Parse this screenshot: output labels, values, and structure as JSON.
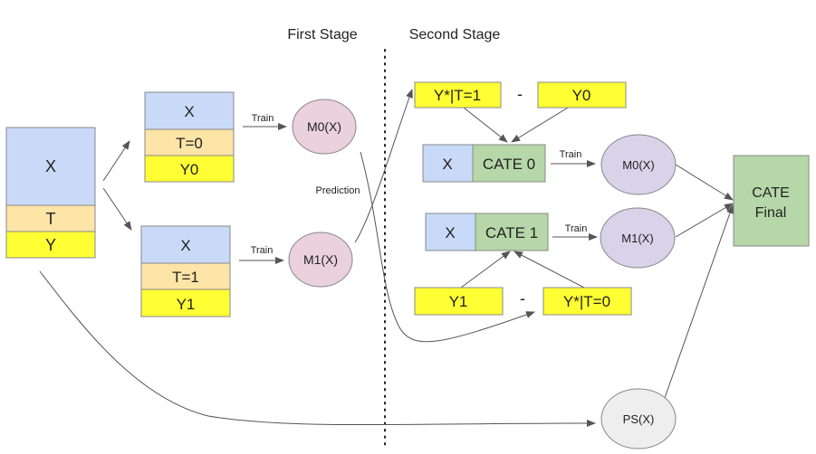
{
  "stages": {
    "first": "First Stage",
    "second": "Second Stage"
  },
  "colors": {
    "x_blue": "#c9daf8",
    "t_orange": "#fde4a7",
    "y_yellow": "#ffff33",
    "cate_green": "#b6d7a8",
    "model_pink": "#ead1dc",
    "model_purple": "#d9d2e9",
    "ps_gray": "#eeeeee",
    "edge": "#555555"
  },
  "input_table": {
    "x": "X",
    "t": "T",
    "y": "Y"
  },
  "split_control": {
    "x": "X",
    "t": "T=0",
    "y": "Y0"
  },
  "split_treated": {
    "x": "X",
    "t": "T=1",
    "y": "Y1"
  },
  "first_stage_models": {
    "m0": "M0(X)",
    "m1": "M1(X)"
  },
  "edge_labels": {
    "train_m0": "Train",
    "train_m1": "Train",
    "prediction": "Prediction",
    "train_cate0": "Train",
    "train_cate1": "Train"
  },
  "imputed_control": {
    "left": "Y*|T=1",
    "minus": "-",
    "right": "Y0"
  },
  "imputed_treated": {
    "left": "Y1",
    "minus": "-",
    "right": "Y*|T=0"
  },
  "cate0": {
    "x": "X",
    "label": "CATE 0"
  },
  "cate1": {
    "x": "X",
    "label": "CATE 1"
  },
  "second_stage_models": {
    "m0": "M0(X)",
    "m1": "M1(X)"
  },
  "propensity": "PS(X)",
  "final": {
    "line1": "CATE",
    "line2": "Final"
  }
}
